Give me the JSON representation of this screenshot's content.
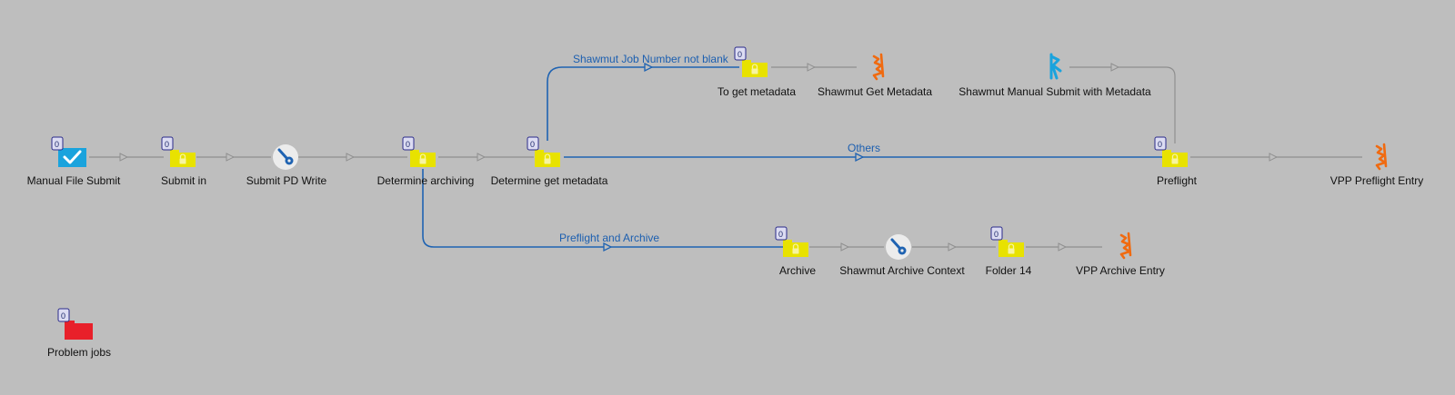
{
  "colors": {
    "background": "#bebebe",
    "flow_blue": "#1f63b2",
    "flow_gray": "#8f8f8f",
    "folder_yellow": "#e8e200",
    "orange_app": "#f06a10",
    "blue_app": "#1aa3dd",
    "error_red": "#e8202a",
    "submit_blue": "#1aa3dd"
  },
  "nodes": [
    {
      "id": "manual-file-submit",
      "label": "Manual File Submit",
      "icon": "checkbox-submit-icon",
      "count": "0"
    },
    {
      "id": "submit-in",
      "label": "Submit in",
      "icon": "locked-folder-icon",
      "count": "0"
    },
    {
      "id": "submit-pd-write",
      "label": "Submit PD Write",
      "icon": "script-config-icon"
    },
    {
      "id": "determine-archiving",
      "label": "Determine archiving",
      "icon": "locked-folder-icon",
      "count": "0"
    },
    {
      "id": "determine-get-metadata",
      "label": "Determine get metadata",
      "icon": "locked-folder-icon",
      "count": "0"
    },
    {
      "id": "to-get-metadata",
      "label": "To get metadata",
      "icon": "locked-folder-icon",
      "count": "0"
    },
    {
      "id": "shawmut-get-metadata",
      "label": "Shawmut Get Metadata",
      "icon": "orange-app-icon"
    },
    {
      "id": "shawmut-manual-submit-with-metadata",
      "label": "Shawmut Manual Submit with Metadata",
      "icon": "blue-app-icon"
    },
    {
      "id": "preflight",
      "label": "Preflight",
      "icon": "locked-folder-icon",
      "count": "0"
    },
    {
      "id": "vpp-preflight-entry",
      "label": "VPP Preflight Entry",
      "icon": "orange-app-icon"
    },
    {
      "id": "archive",
      "label": "Archive",
      "icon": "locked-folder-icon",
      "count": "0"
    },
    {
      "id": "shawmut-archive-context",
      "label": "Shawmut Archive Context",
      "icon": "script-config-icon"
    },
    {
      "id": "folder-14",
      "label": "Folder 14",
      "icon": "locked-folder-icon",
      "count": "0"
    },
    {
      "id": "vpp-archive-entry",
      "label": "VPP Archive Entry",
      "icon": "orange-app-icon"
    },
    {
      "id": "problem-jobs",
      "label": "Problem jobs",
      "icon": "problem-folder-icon",
      "count": "0"
    }
  ],
  "connections": [
    {
      "from": "manual-file-submit",
      "to": "submit-in",
      "style": "gray"
    },
    {
      "from": "submit-in",
      "to": "submit-pd-write",
      "style": "gray"
    },
    {
      "from": "submit-pd-write",
      "to": "determine-archiving",
      "style": "gray"
    },
    {
      "from": "determine-archiving",
      "to": "determine-get-metadata",
      "style": "gray"
    },
    {
      "from": "determine-get-metadata",
      "to": "to-get-metadata",
      "style": "blue",
      "label": "Shawmut Job Number not blank"
    },
    {
      "from": "determine-get-metadata",
      "to": "preflight",
      "style": "blue",
      "label": "Others"
    },
    {
      "from": "determine-archiving",
      "to": "archive",
      "style": "blue",
      "label": "Preflight and Archive"
    },
    {
      "from": "to-get-metadata",
      "to": "shawmut-get-metadata",
      "style": "gray"
    },
    {
      "from": "shawmut-manual-submit-with-metadata",
      "to": "preflight",
      "style": "gray"
    },
    {
      "from": "preflight",
      "to": "vpp-preflight-entry",
      "style": "gray"
    },
    {
      "from": "archive",
      "to": "shawmut-archive-context",
      "style": "gray"
    },
    {
      "from": "shawmut-archive-context",
      "to": "folder-14",
      "style": "gray"
    },
    {
      "from": "folder-14",
      "to": "vpp-archive-entry",
      "style": "gray"
    }
  ]
}
